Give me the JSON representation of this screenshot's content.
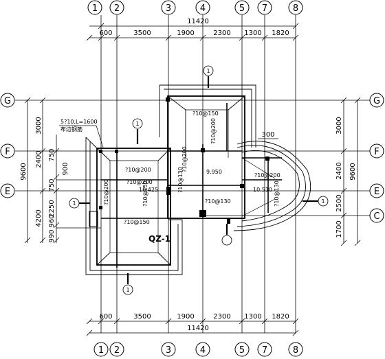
{
  "grid_top": [
    "1",
    "2",
    "3",
    "4",
    "5",
    "7",
    "8"
  ],
  "grid_bottom": [
    "1",
    "2",
    "3",
    "4",
    "5",
    "7",
    "8"
  ],
  "grid_left": [
    "G",
    "F",
    "E"
  ],
  "grid_right": [
    "G",
    "F",
    "E",
    "C"
  ],
  "dims_top": {
    "total": "11420",
    "segs": [
      "600",
      "3500",
      "1900",
      "2300",
      "1300",
      "1820"
    ]
  },
  "dims_bottom": {
    "total": "11420",
    "segs": [
      "600",
      "3500",
      "1900",
      "2300",
      "1300",
      "1820"
    ]
  },
  "dims_left": {
    "total": "9600",
    "outer": [
      "3000",
      "2400",
      "4200"
    ],
    "inner": [
      "750",
      "900",
      "750",
      "2250",
      "960",
      "990"
    ]
  },
  "dims_right": {
    "total": "9600",
    "segs": [
      "3000",
      "2400",
      "2500",
      "1700"
    ]
  },
  "dim_300": "300",
  "note": "5?10,L=1600",
  "note2": "布边钢筋",
  "elev": [
    "9.950",
    "10.425",
    "10.510"
  ],
  "rebar": [
    "?10@150",
    "?10@200",
    "?10@200",
    "?10@200",
    "?10@200",
    "?10@130",
    "?10@200",
    "?10@150",
    "?10@130",
    "?10@150",
    "?10@200",
    "?10@130"
  ],
  "qz": "QZ-1",
  "section_marks": [
    "1",
    "1",
    "1",
    "1",
    "1"
  ]
}
